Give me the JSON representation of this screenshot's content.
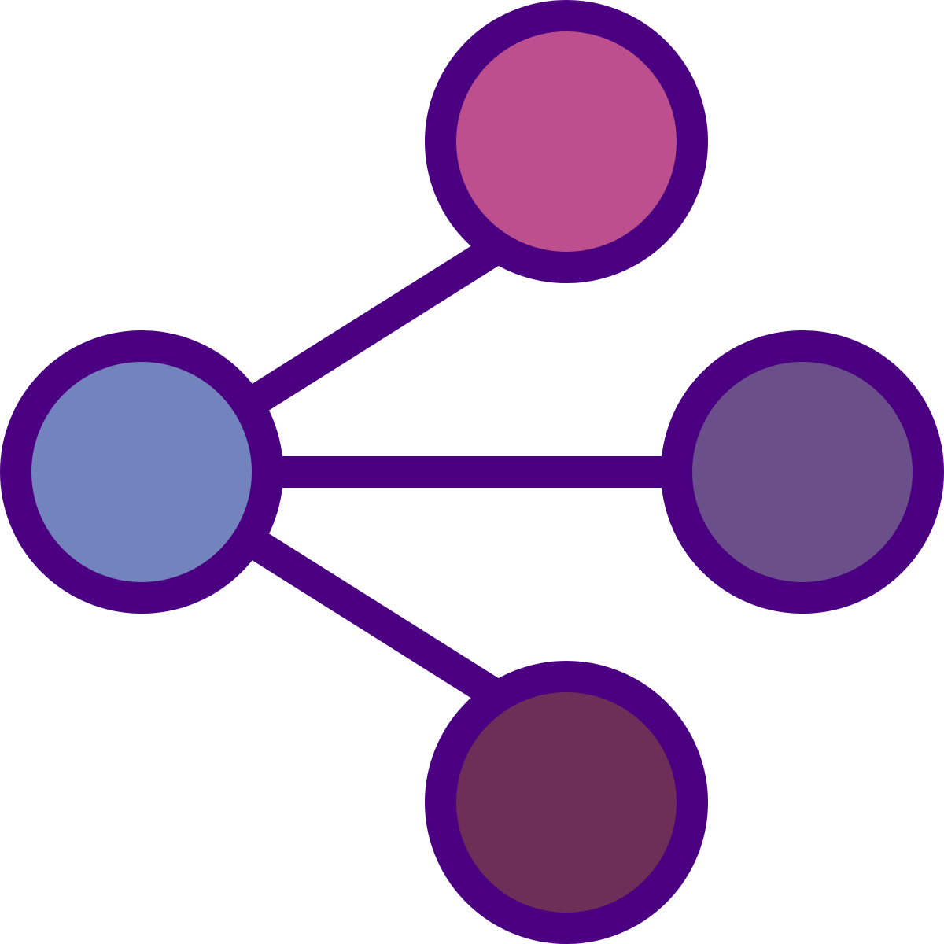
{
  "icon": {
    "name": "share-icon",
    "outline_color": "#4b0082",
    "nodes": [
      {
        "name": "source-node",
        "fill": "#7383be"
      },
      {
        "name": "top-node",
        "fill": "#bd4f8f"
      },
      {
        "name": "middle-node",
        "fill": "#6b4f8a"
      },
      {
        "name": "bottom-node",
        "fill": "#6d2e58"
      }
    ]
  }
}
